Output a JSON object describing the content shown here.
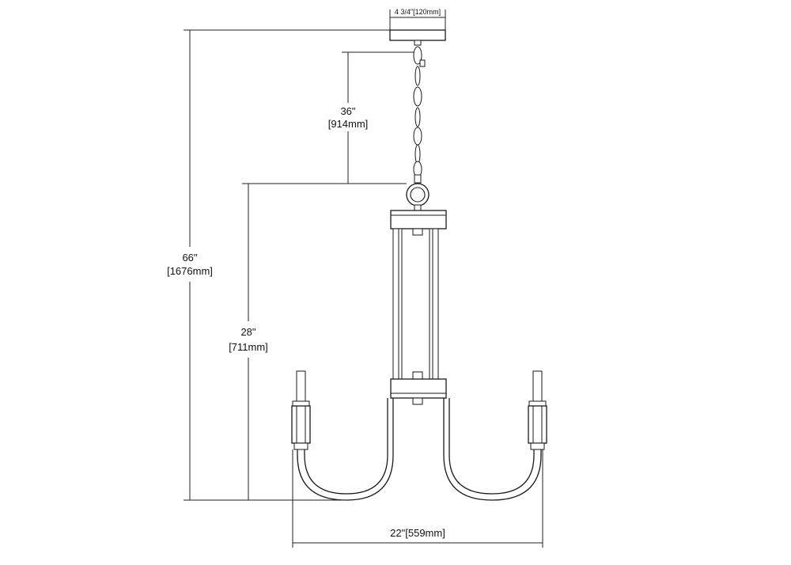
{
  "dimensions": {
    "canopy_width": "4 3/4\"[120mm]",
    "chain_length_in": "36\"",
    "chain_length_mm": "[914mm]",
    "overall_height_in": "66\"",
    "overall_height_mm": "[1676mm]",
    "fixture_height_in": "28\"",
    "fixture_height_mm": "[711mm]",
    "fixture_width": "22\"[559mm]"
  }
}
